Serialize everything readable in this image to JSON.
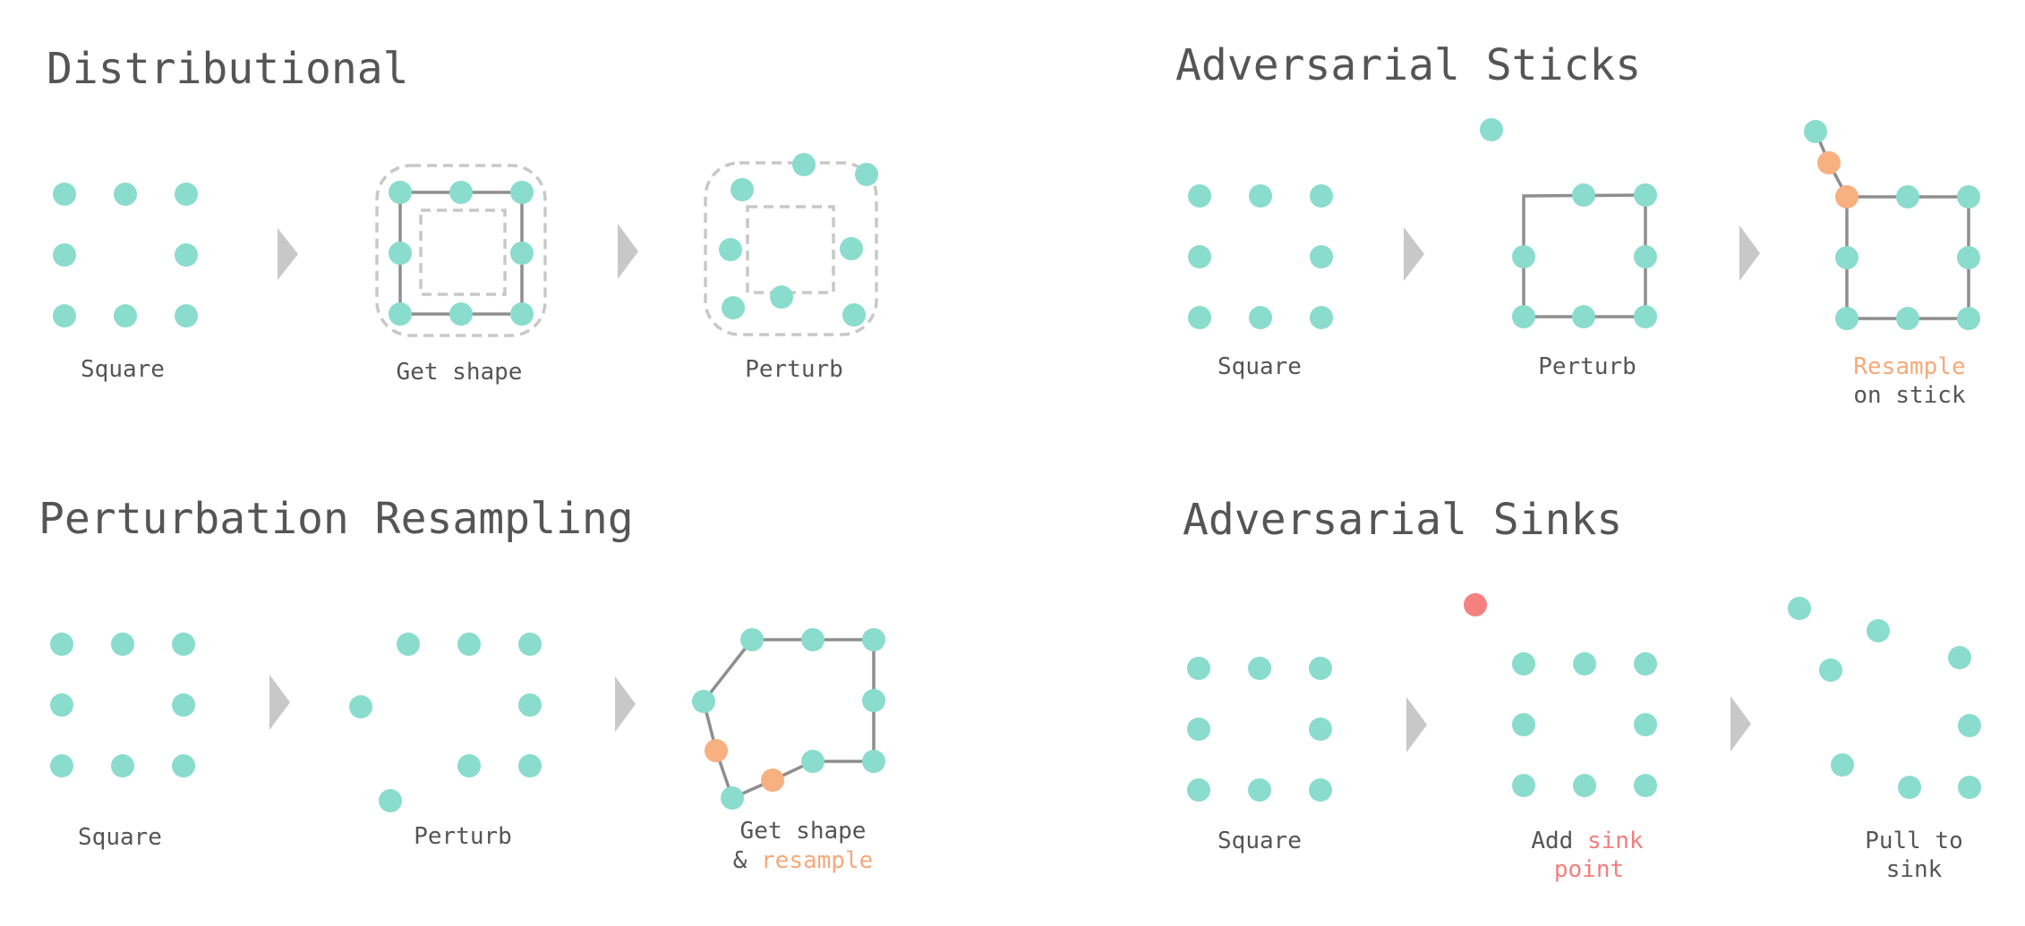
{
  "panels": {
    "distributional": {
      "title": "Distributional",
      "steps": [
        "Square",
        "Get shape",
        "Perturb"
      ]
    },
    "adversarial_sticks": {
      "title": "Adversarial Sticks",
      "steps": [
        "Square",
        "Perturb"
      ],
      "step3_line1": "Resample",
      "step3_line2": "on stick"
    },
    "perturbation_resampling": {
      "title": "Perturbation Resampling",
      "steps": [
        "Square",
        "Perturb"
      ],
      "step3_line1": "Get shape",
      "step3_line2_prefix": "& ",
      "step3_line2_accent": "resample"
    },
    "adversarial_sinks": {
      "title": "Adversarial Sinks",
      "steps": [
        "Square"
      ],
      "step2_prefix": "Add ",
      "step2_accent_line1": "sink",
      "step2_accent_line2": "point",
      "step3_line1": "Pull to",
      "step3_line2": "sink"
    }
  },
  "colors": {
    "point": "#8adccd",
    "resample_point": "#f7b07f",
    "sink_point": "#f58080",
    "edge": "#8e8e8e",
    "arrow": "#c8c8c8"
  }
}
